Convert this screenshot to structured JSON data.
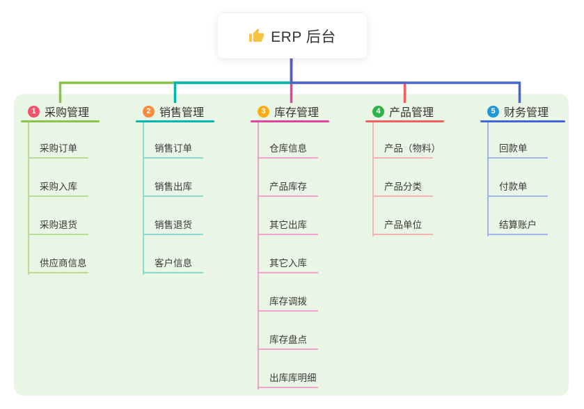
{
  "root": {
    "title": "ERP 后台",
    "icon": "thumbs-up-icon",
    "icon_color": "#F6C244"
  },
  "panel_color": "#E9F5E5",
  "branches": [
    {
      "number": "1",
      "title": "采购管理",
      "badge_color": "#F4516C",
      "line_color": "#8BC34A",
      "light_color": "#B9DC96",
      "children": [
        "采购订单",
        "采购入库",
        "采购退货",
        "供应商信息"
      ]
    },
    {
      "number": "2",
      "title": "销售管理",
      "badge_color": "#FB8B3C",
      "line_color": "#00B5AD",
      "light_color": "#8AD9D3",
      "children": [
        "销售订单",
        "销售出库",
        "销售退货",
        "客户信息"
      ]
    },
    {
      "number": "3",
      "title": "库存管理",
      "badge_color": "#FFAC14",
      "line_color": "#E0459D",
      "light_color": "#F2A3CD",
      "children": [
        "仓库信息",
        "产品库存",
        "其它出库",
        "其它入库",
        "库存调拨",
        "库存盘点",
        "出库库明细"
      ]
    },
    {
      "number": "4",
      "title": "产品管理",
      "badge_color": "#2EB54A",
      "line_color": "#F25F5F",
      "light_color": "#F8B2B2",
      "children": [
        "产品（物料）",
        "产品分类",
        "产品单位"
      ]
    },
    {
      "number": "5",
      "title": "财务管理",
      "badge_color": "#2097D8",
      "line_color": "#4565D4",
      "light_color": "#A3B3EC",
      "children": [
        "回款单",
        "付款单",
        "结算账户"
      ]
    }
  ]
}
